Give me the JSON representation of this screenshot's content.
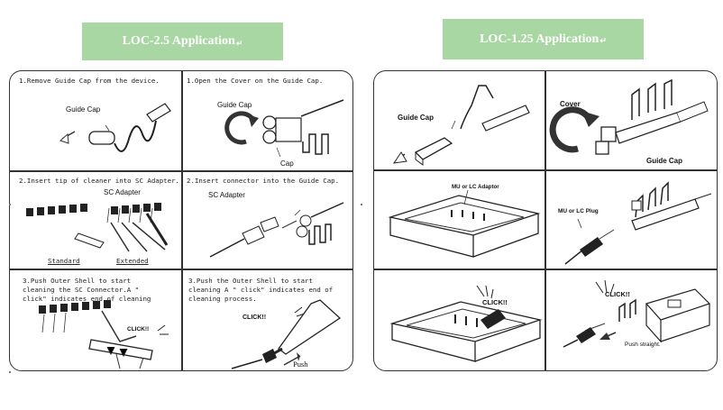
{
  "left": {
    "title": "LOC-2.5 Application",
    "steps": [
      {
        "caption": "1.Remove Guide Cap from the device.",
        "labels": [
          "Guide Cap"
        ]
      },
      {
        "caption": "1.Open the Cover on the Guide Cap.",
        "labels": [
          "Guide Cap",
          "Cap"
        ]
      },
      {
        "caption": "2.Insert tip of cleaner into SC Adapter.",
        "labels": [
          "SC Adapter",
          "Standard",
          "Extended"
        ]
      },
      {
        "caption": "2.Insert connector into the Guide Cap.",
        "labels": [
          "SC Adapter"
        ]
      },
      {
        "caption_lines": [
          "3.Push Outer Shell to start",
          "cleaning the SC Connector.A \"",
          "click\" indicates end of cleaning"
        ],
        "labels": [
          "CLICK!!"
        ]
      },
      {
        "caption_lines": [
          "3.Push the Outer Shell to start",
          "cleaning A \" click\" indicates end of",
          "cleaning process."
        ],
        "labels": [
          "CLICK!!",
          "Push"
        ]
      }
    ]
  },
  "right": {
    "title": "LOC-1.25 Application",
    "labels": {
      "guide_cap": "Guide Cap",
      "cover": "Cover",
      "guide_cap_2": "Guide Cap",
      "adaptor": "MU or LC Adaptor",
      "plug": "MU or LC Plug",
      "click1": "CLICK!!",
      "click2": "CLICK!!",
      "push": "Push straight."
    }
  },
  "colors": {
    "banner": "#a9d7a3",
    "banner_text": "#ffffff",
    "border": "#333333"
  }
}
